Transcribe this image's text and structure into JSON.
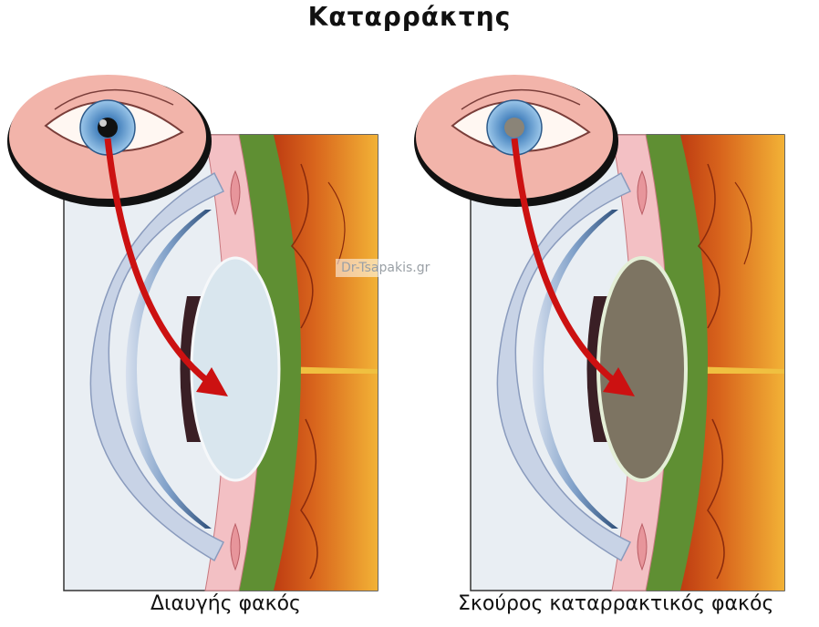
{
  "title": "Καταρράκτης",
  "watermark": "Dr-Tsapakis.gr",
  "panels": [
    {
      "caption": "Διαυγής φακός",
      "lens_color": "#d9e6ee",
      "pupil_color": "#111111"
    },
    {
      "caption": "Σκούρος καταρρακτικός φακός",
      "lens_color": "#7d7462",
      "pupil_color": "#8a8478"
    }
  ],
  "colors": {
    "arrow": "#cc1111",
    "retina_outer": "#f0b135",
    "retina_inner": "#c74b1a",
    "green_layer": "#5f8f33",
    "pink_layer": "#f3c0c4",
    "cornea": "#b8c8df",
    "skin": "#f2b4aa",
    "iris": "#6aa6d6"
  }
}
